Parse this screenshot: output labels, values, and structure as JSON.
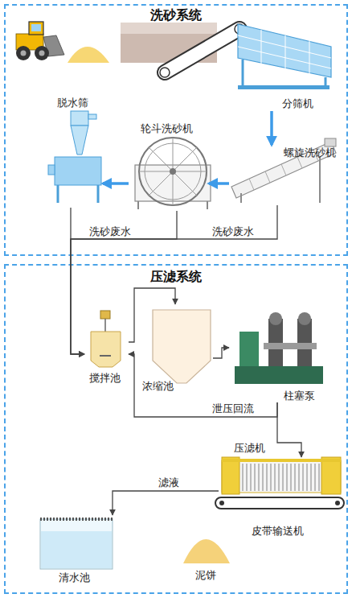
{
  "diagram": {
    "nodes": [
      {
        "text": [
          "洗砂系统"
        ]
      },
      {
        "text": [
          "脱水筛"
        ],
        "in": 0
      },
      {
        "text": [
          "分筛机"
        ],
        "in": 0
      },
      {
        "text": [
          "轮斗洗砂机"
        ],
        "in": 0
      },
      {
        "text": [
          "螺旋洗砂机"
        ],
        "in": 0
      },
      {
        "text": [
          "压滤系统"
        ]
      },
      {
        "text": [
          "搅拌池"
        ],
        "in": 5
      },
      {
        "text": [
          "浓缩池"
        ],
        "in": 5
      },
      {
        "text": [
          "柱塞泵"
        ],
        "in": 5
      },
      {
        "text": [
          "压滤机"
        ],
        "in": 5
      },
      {
        "text": [
          "皮带输送机"
        ],
        "in": 5
      },
      {
        "text": [
          "清水池"
        ],
        "in": 5
      },
      {
        "text": [
          "泥饼"
        ],
        "in": 5
      }
    ],
    "edges": [
      {
        "from": 2,
        "to": 4,
        "arrow": "to"
      },
      {
        "from": 4,
        "to": 3,
        "arrow": "to"
      },
      {
        "from": 3,
        "to": 1,
        "arrow": "to"
      },
      {
        "from": 1,
        "to": 6,
        "arrow": "to"
      },
      {
        "from": 3,
        "to": 6,
        "label": "洗砂废水",
        "arrow": "to"
      },
      {
        "from": 4,
        "to": 6,
        "label": "洗砂废水",
        "arrow": "to"
      },
      {
        "from": 6,
        "to": 7,
        "arrow": "to"
      },
      {
        "from": 7,
        "to": 8,
        "arrow": "to"
      },
      {
        "from": 8,
        "to": 6,
        "label": "泄压回流",
        "arrow": "to"
      },
      {
        "from": 8,
        "to": 9,
        "arrow": "to"
      },
      {
        "from": 9,
        "to": 11,
        "label": "滤液",
        "arrow": "to"
      }
    ]
  }
}
